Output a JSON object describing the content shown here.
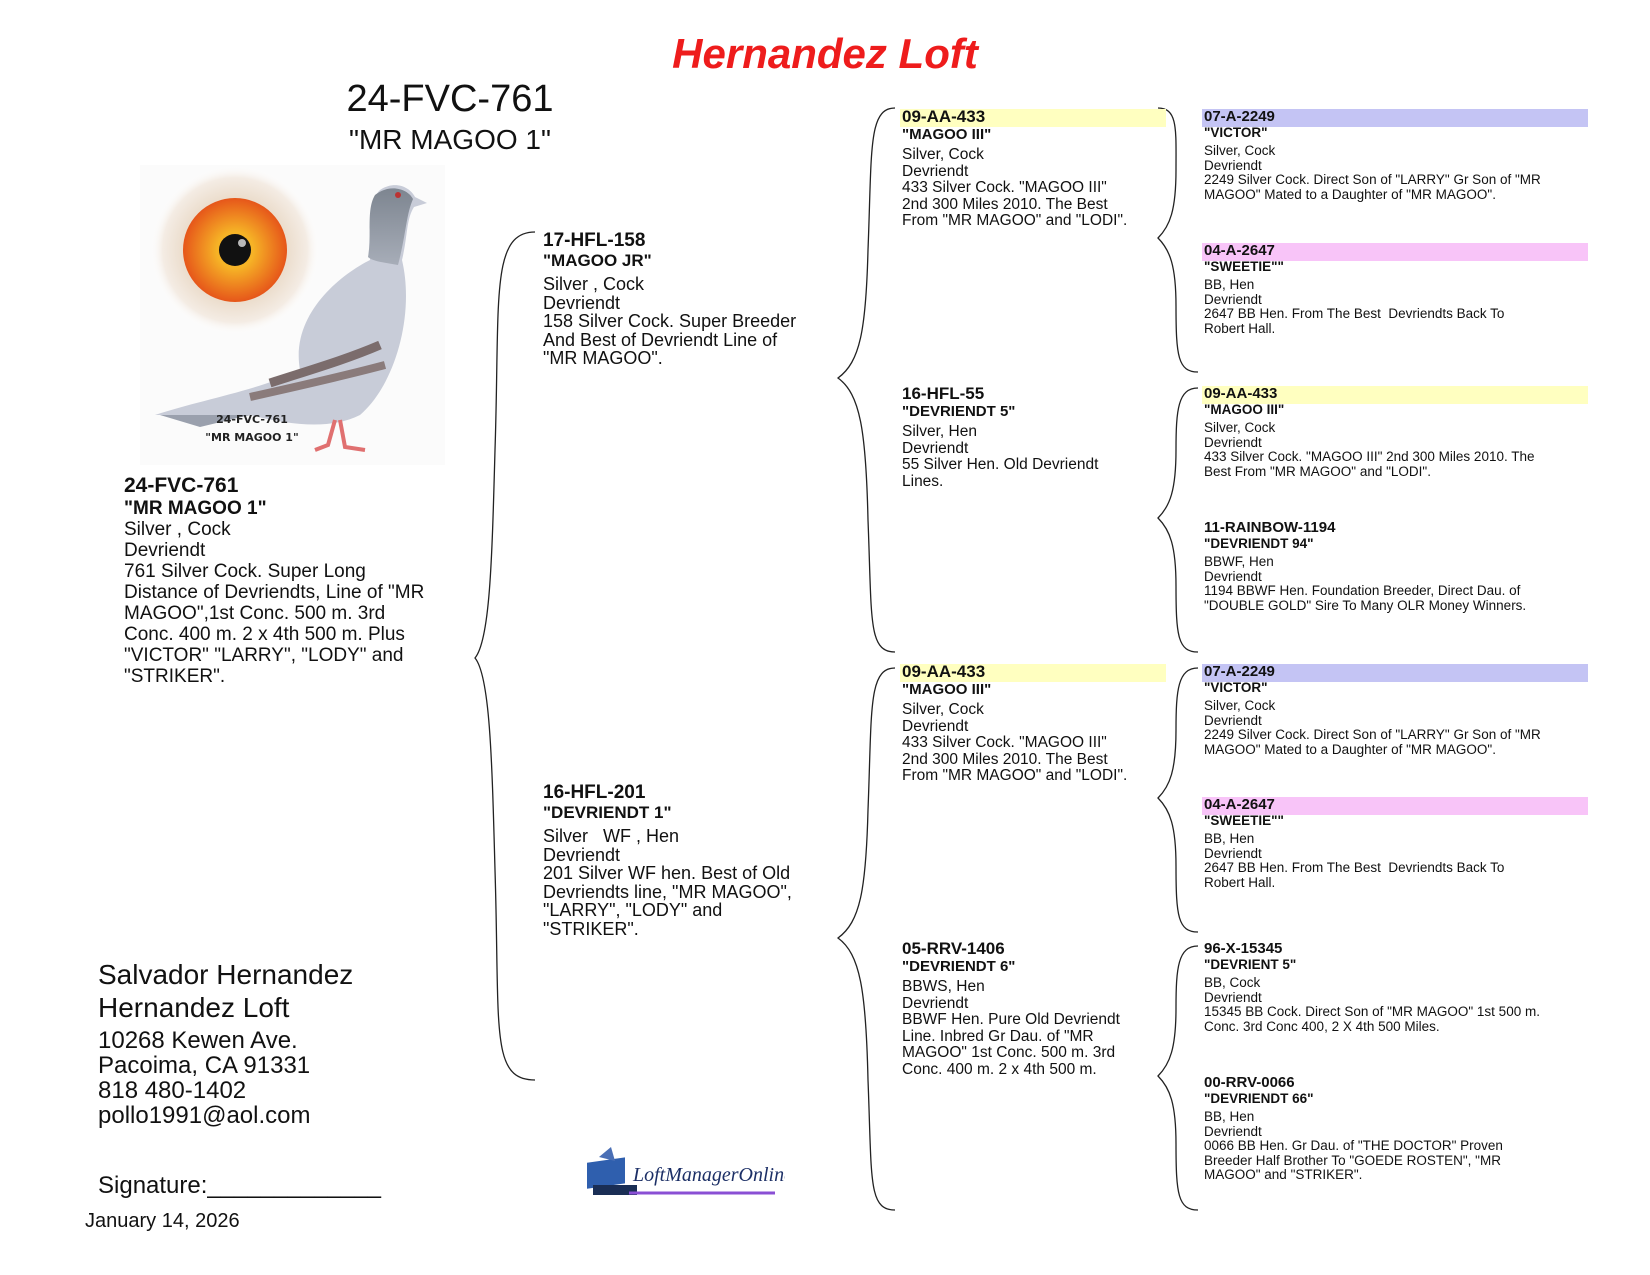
{
  "header": {
    "title": "Hernandez Loft",
    "ring": "24-FVC-761",
    "name": "\"MR MAGOO 1\""
  },
  "photo": {
    "caption_ring": "24-FVC-761",
    "caption_name": "\"MR MAGOO 1\"",
    "eye_color": "#ee6a12",
    "body_color": "#c8ccd8"
  },
  "subject": {
    "ring": "24-FVC-761",
    "name": "\"MR MAGOO 1\"",
    "color_sex": "Silver , Cock",
    "strain": "Devriendt",
    "notes": [
      "761 Silver Cock. Super Long",
      "Distance of Devriendts, Line of \"MR",
      "MAGOO\",1st Conc. 500 m. 3rd",
      "Conc. 400 m. 2 x 4th 500 m. Plus",
      "\"VICTOR\" \"LARRY\", \"LODY\" and",
      "\"STRIKER\"."
    ]
  },
  "sire": {
    "ring": "17-HFL-158",
    "name": "\"MAGOO JR\"",
    "color_sex": "Silver , Cock",
    "strain": "Devriendt",
    "notes": [
      "158 Silver Cock. Super Breeder",
      "And Best of Devriendt Line of",
      "\"MR MAGOO\"."
    ]
  },
  "dam": {
    "ring": "16-HFL-201",
    "name": "\"DEVRIENDT 1\"",
    "color_sex": "Silver   WF , Hen",
    "strain": "Devriendt",
    "notes": [
      "201 Silver WF hen. Best of Old",
      "Devriendts line, \"MR MAGOO\",",
      "\"LARRY\", \"LODY\" and",
      "\"STRIKER\"."
    ]
  },
  "grandparents": [
    {
      "ring": "09-AA-433",
      "name": "\"MAGOO III\"",
      "color_sex": "Silver, Cock",
      "strain": "Devriendt",
      "notes": [
        "433 Silver Cock. \"MAGOO III\"",
        "2nd 300 Miles 2010. The Best",
        "From \"MR MAGOO\" and \"LODI\"."
      ],
      "highlight": "#ffffc0"
    },
    {
      "ring": "16-HFL-55",
      "name": "\"DEVRIENDT 5\"",
      "color_sex": "Silver, Hen",
      "strain": "Devriendt",
      "notes": [
        "55 Silver Hen. Old Devriendt",
        "Lines."
      ],
      "highlight": ""
    },
    {
      "ring": "09-AA-433",
      "name": "\"MAGOO III\"",
      "color_sex": "Silver, Cock",
      "strain": "Devriendt",
      "notes": [
        "433 Silver Cock. \"MAGOO III\"",
        "2nd 300 Miles 2010. The Best",
        "From \"MR MAGOO\" and \"LODI\"."
      ],
      "highlight": "#ffffc0"
    },
    {
      "ring": "05-RRV-1406",
      "name": "\"DEVRIENDT 6\"",
      "color_sex": "BBWS, Hen",
      "strain": "Devriendt",
      "notes": [
        "BBWF Hen. Pure Old Devriendt",
        "Line. Inbred Gr Dau. of \"MR",
        "MAGOO\" 1st Conc. 500 m. 3rd",
        "Conc. 400 m. 2 x 4th 500 m."
      ],
      "highlight": ""
    }
  ],
  "great_grandparents": [
    {
      "ring": "07-A-2249",
      "name": "\"VICTOR\"",
      "color_sex": "Silver, Cock",
      "strain": "Devriendt",
      "notes": [
        "2249 Silver Cock. Direct Son of \"LARRY\" Gr Son of \"MR",
        "MAGOO\" Mated to a Daughter of \"MR MAGOO\"."
      ],
      "highlight": "#c4c4f4"
    },
    {
      "ring": "04-A-2647",
      "name": "\"SWEETIE\"\"",
      "color_sex": "BB, Hen",
      "strain": "Devriendt",
      "notes": [
        "2647 BB Hen. From The Best  Devriendts Back To",
        "Robert Hall."
      ],
      "highlight": "#f8c4f8"
    },
    {
      "ring": "09-AA-433",
      "name": "\"MAGOO III\"",
      "color_sex": "Silver, Cock",
      "strain": "Devriendt",
      "notes": [
        "433 Silver Cock. \"MAGOO III\" 2nd 300 Miles 2010. The",
        "Best From \"MR MAGOO\" and \"LODI\"."
      ],
      "highlight": "#ffffc0"
    },
    {
      "ring": "11-RAINBOW-1194",
      "name": "\"DEVRIENDT 94\"",
      "color_sex": "BBWF, Hen",
      "strain": "Devriendt",
      "notes": [
        "1194 BBWF Hen. Foundation Breeder, Direct Dau. of",
        "\"DOUBLE GOLD\" Sire To Many OLR Money Winners."
      ],
      "highlight": ""
    },
    {
      "ring": "07-A-2249",
      "name": "\"VICTOR\"",
      "color_sex": "Silver, Cock",
      "strain": "Devriendt",
      "notes": [
        "2249 Silver Cock. Direct Son of \"LARRY\" Gr Son of \"MR",
        "MAGOO\" Mated to a Daughter of \"MR MAGOO\"."
      ],
      "highlight": "#c4c4f4"
    },
    {
      "ring": "04-A-2647",
      "name": "\"SWEETIE\"\"",
      "color_sex": "BB, Hen",
      "strain": "Devriendt",
      "notes": [
        "2647 BB Hen. From The Best  Devriendts Back To",
        "Robert Hall."
      ],
      "highlight": "#f8c4f8"
    },
    {
      "ring": "96-X-15345",
      "name": "\"DEVRIENT 5\"",
      "color_sex": "BB, Cock",
      "strain": "Devriendt",
      "notes": [
        "15345 BB Cock. Direct Son of \"MR MAGOO\" 1st 500 m.",
        "Conc. 3rd Conc 400, 2 X 4th 500 Miles."
      ],
      "highlight": ""
    },
    {
      "ring": "00-RRV-0066",
      "name": "\"DEVRIENDT 66\"",
      "color_sex": "BB, Hen",
      "strain": "Devriendt",
      "notes": [
        "0066 BB Hen. Gr Dau. of \"THE DOCTOR\" Proven",
        "Breeder Half Brother To \"GOEDE ROSTEN\", \"MR",
        "MAGOO\" and \"STRIKER\"."
      ],
      "highlight": ""
    }
  ],
  "owner": {
    "name": "Salvador Hernandez",
    "loft": "Hernandez Loft",
    "street": "10268 Kewen Ave.",
    "city": "Pacoima, CA 91331",
    "phone": "818 480-1402",
    "email": "pollo1991@aol.com"
  },
  "signature_label": "Signature:_____________",
  "date": "January 14, 2026",
  "logo_text": "LoftManagerOnline.com"
}
